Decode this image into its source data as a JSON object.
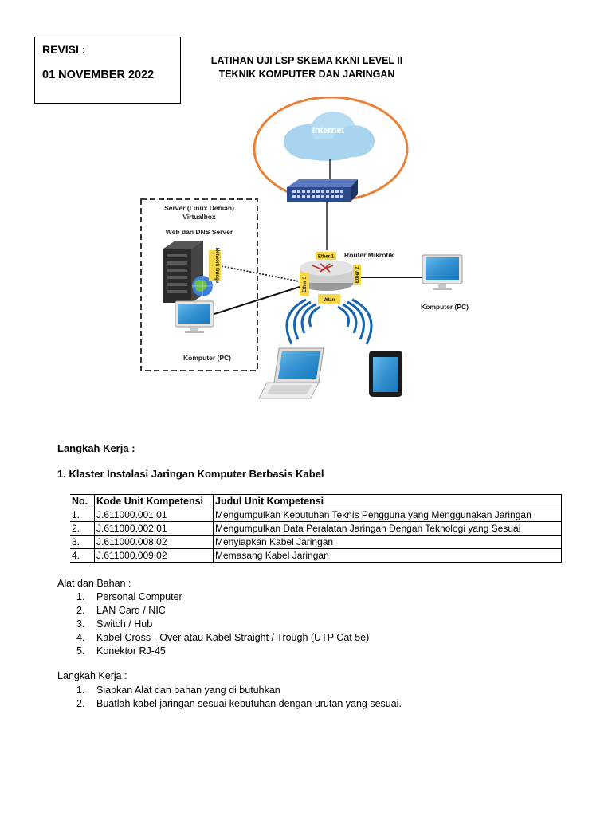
{
  "header": {
    "revisi_label": "REVISI :",
    "revisi_date": "01 NOVEMBER 2022",
    "title_line1": "LATIHAN UJI LSP SKEMA KKNI LEVEL II",
    "title_line2": "TEKNIK KOMPUTER DAN JARINGAN"
  },
  "diagram": {
    "internet": "Internet",
    "server_line1": "Server (Linux Debian)",
    "server_line2": "Virtualbox",
    "server_line3": "Web dan DNS Server",
    "network_bridge": "Network Bridge",
    "router_label": "Router Mikrotik",
    "ether1": "Ether 1",
    "ether2": "Ether 2",
    "ether3": "Ether 3",
    "wlan": "Wlan",
    "pc_right": "Komputer (PC)",
    "pc_left": "Komputer (PC)",
    "colors": {
      "ring": "#e8823a",
      "cloud": "#a9d4ef",
      "switch": "#2d4a8c",
      "label": "#f5d94a"
    }
  },
  "section": {
    "langkah_kerja_heading": "Langkah Kerja :",
    "klaster_heading": "1.  Klaster Instalasi Jaringan Komputer Berbasis Kabel"
  },
  "table": {
    "headers": [
      "No.",
      "Kode Unit Kompetensi",
      "Judul Unit Kompetensi"
    ],
    "rows": [
      [
        "1.",
        "J.611000.001.01",
        "Mengumpulkan Kebutuhan Teknis Pengguna yang Menggunakan Jaringan"
      ],
      [
        "2.",
        "J.611000.002.01",
        "Mengumpulkan Data Peralatan Jaringan Dengan Teknologi yang Sesuai"
      ],
      [
        "3.",
        "J.611000.008.02",
        "Menyiapkan Kabel Jaringan"
      ],
      [
        "4.",
        "J.611000.009.02",
        "Memasang Kabel Jaringan"
      ]
    ]
  },
  "alat": {
    "heading": "Alat dan Bahan :",
    "items": [
      {
        "num": "1.",
        "text": "Personal Computer"
      },
      {
        "num": "2.",
        "text": "LAN Card / NIC"
      },
      {
        "num": "3.",
        "text": "Switch / Hub"
      },
      {
        "num": "4.",
        "text": "Kabel Cross - Over atau Kabel Straight / Trough (UTP Cat 5e)"
      },
      {
        "num": "5.",
        "text": "Konektor RJ-45"
      }
    ]
  },
  "langkah": {
    "heading": "Langkah Kerja :",
    "items": [
      {
        "num": "1.",
        "text": "Siapkan Alat dan bahan yang di butuhkan"
      },
      {
        "num": "2.",
        "text": "Buatlah kabel jaringan sesuai kebutuhan dengan urutan yang sesuai."
      }
    ]
  }
}
